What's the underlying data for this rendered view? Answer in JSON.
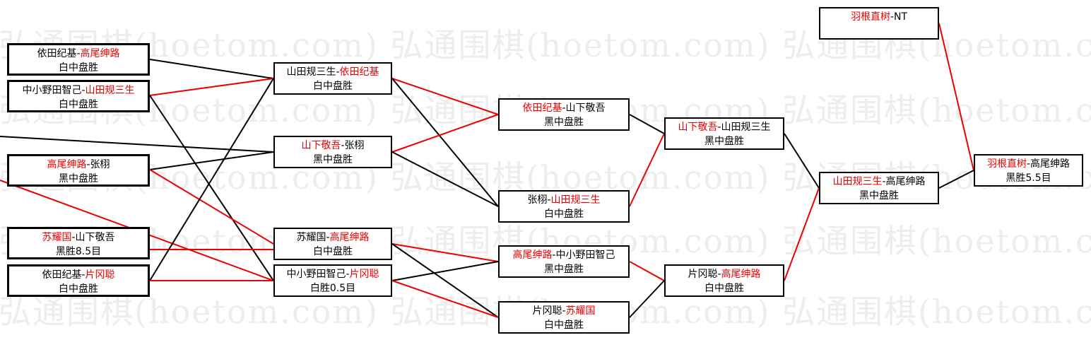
{
  "watermark": "弘通围棋(hoetom.com) 弘通围棋(hoetom.com) 弘通围棋(hoetom.com)",
  "colors": {
    "winner": "#ee0000",
    "line_win": "#ee0000",
    "line_loss": "#000000"
  },
  "matches": [
    {
      "p1": "依田纪基",
      "p2": "高尾绅路",
      "winner": 2,
      "result": "白中盘胜"
    },
    {
      "p1": "中小野田智己",
      "p2": "山田规三生",
      "winner": 2,
      "result": "白中盘胜"
    },
    {
      "p1": "高尾绅路",
      "p2": "张栩",
      "winner": 1,
      "result": "黑中盘胜"
    },
    {
      "p1": "苏耀国",
      "p2": "山下敬吾",
      "winner": 1,
      "result": "黑胜8.5目"
    },
    {
      "p1": "依田纪基",
      "p2": "片冈聪",
      "winner": 2,
      "result": "白中盘胜"
    },
    {
      "p1": "山田规三生",
      "p2": "依田纪基",
      "winner": 2,
      "result": "白中盘胜"
    },
    {
      "p1": "山下敬吾",
      "p2": "张栩",
      "winner": 1,
      "result": "黑中盘胜"
    },
    {
      "p1": "苏耀国",
      "p2": "高尾绅路",
      "winner": 2,
      "result": "白中盘胜"
    },
    {
      "p1": "中小野田智己",
      "p2": "片冈聪",
      "winner": 2,
      "result": "白胜0.5目"
    },
    {
      "p1": "依田纪基",
      "p2": "山下敬吾",
      "winner": 1,
      "result": "黑中盘胜"
    },
    {
      "p1": "张栩",
      "p2": "山田规三生",
      "winner": 2,
      "result": "白中盘胜"
    },
    {
      "p1": "高尾绅路",
      "p2": "中小野田智己",
      "winner": 1,
      "result": "黑中盘胜"
    },
    {
      "p1": "片冈聪",
      "p2": "苏耀国",
      "winner": 2,
      "result": "白中盘胜"
    },
    {
      "p1": "山下敬吾",
      "p2": "山田规三生",
      "winner": 1,
      "result": "黑中盘胜"
    },
    {
      "p1": "片冈聪",
      "p2": "高尾绅路",
      "winner": 2,
      "result": "白中盘胜"
    },
    {
      "p1": "山田规三生",
      "p2": "高尾绅路",
      "winner": 1,
      "result": "黑中盘胜"
    },
    {
      "p1": "羽根直树",
      "p2": "NT",
      "winner": 1,
      "result": ""
    },
    {
      "p1": "羽根直树",
      "p2": "高尾绅路",
      "winner": 1,
      "result": "黑胜5.5目"
    }
  ]
}
